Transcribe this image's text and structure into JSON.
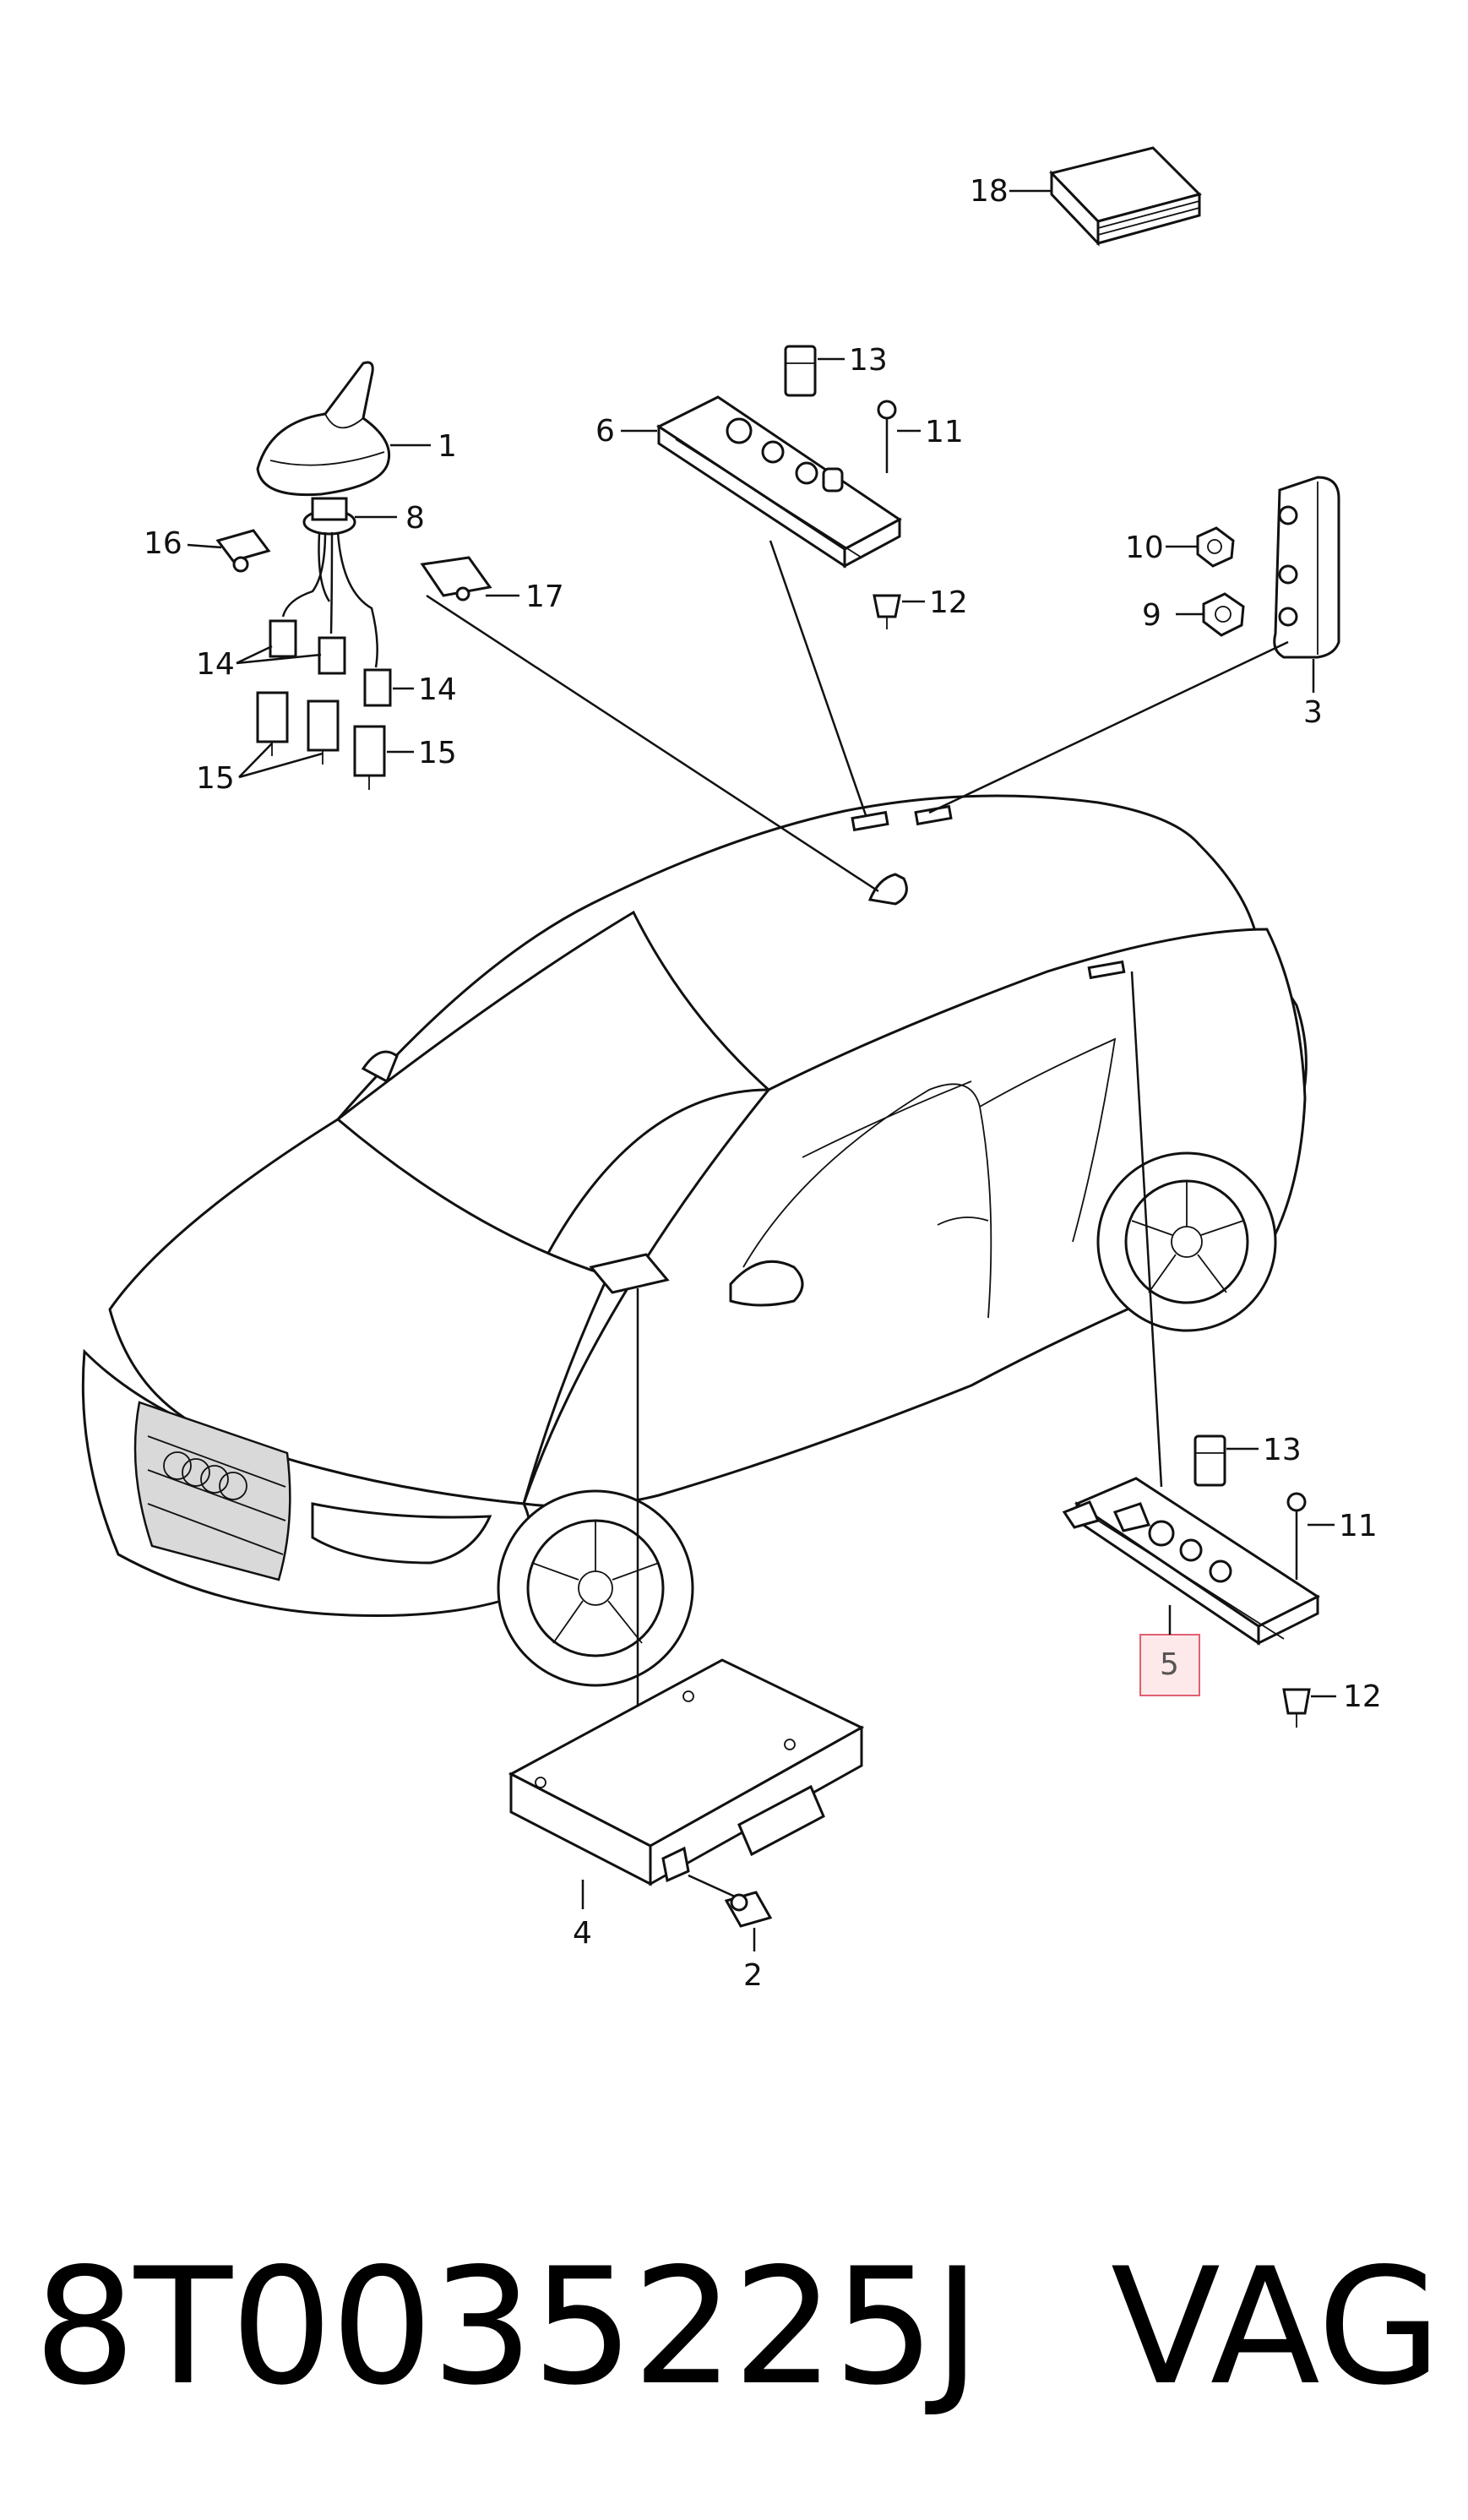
{
  "callouts": {
    "c1": "1",
    "c2": "2",
    "c3": "3",
    "c4": "4",
    "c5": "5",
    "c6": "6",
    "c8": "8",
    "c9": "9",
    "c10": "10",
    "c11a": "11",
    "c11b": "11",
    "c12a": "12",
    "c12b": "12",
    "c13a": "13",
    "c13b": "13",
    "c14a": "14",
    "c14b": "14",
    "c15a": "15",
    "c15b": "15",
    "c16": "16",
    "c17": "17",
    "c18": "18"
  },
  "footer": {
    "part_number": "8T0035225J",
    "brand": "VAG"
  },
  "colors": {
    "line": "#111111",
    "highlight_box": "#e06070",
    "highlight_fill": "#fde8ea"
  }
}
